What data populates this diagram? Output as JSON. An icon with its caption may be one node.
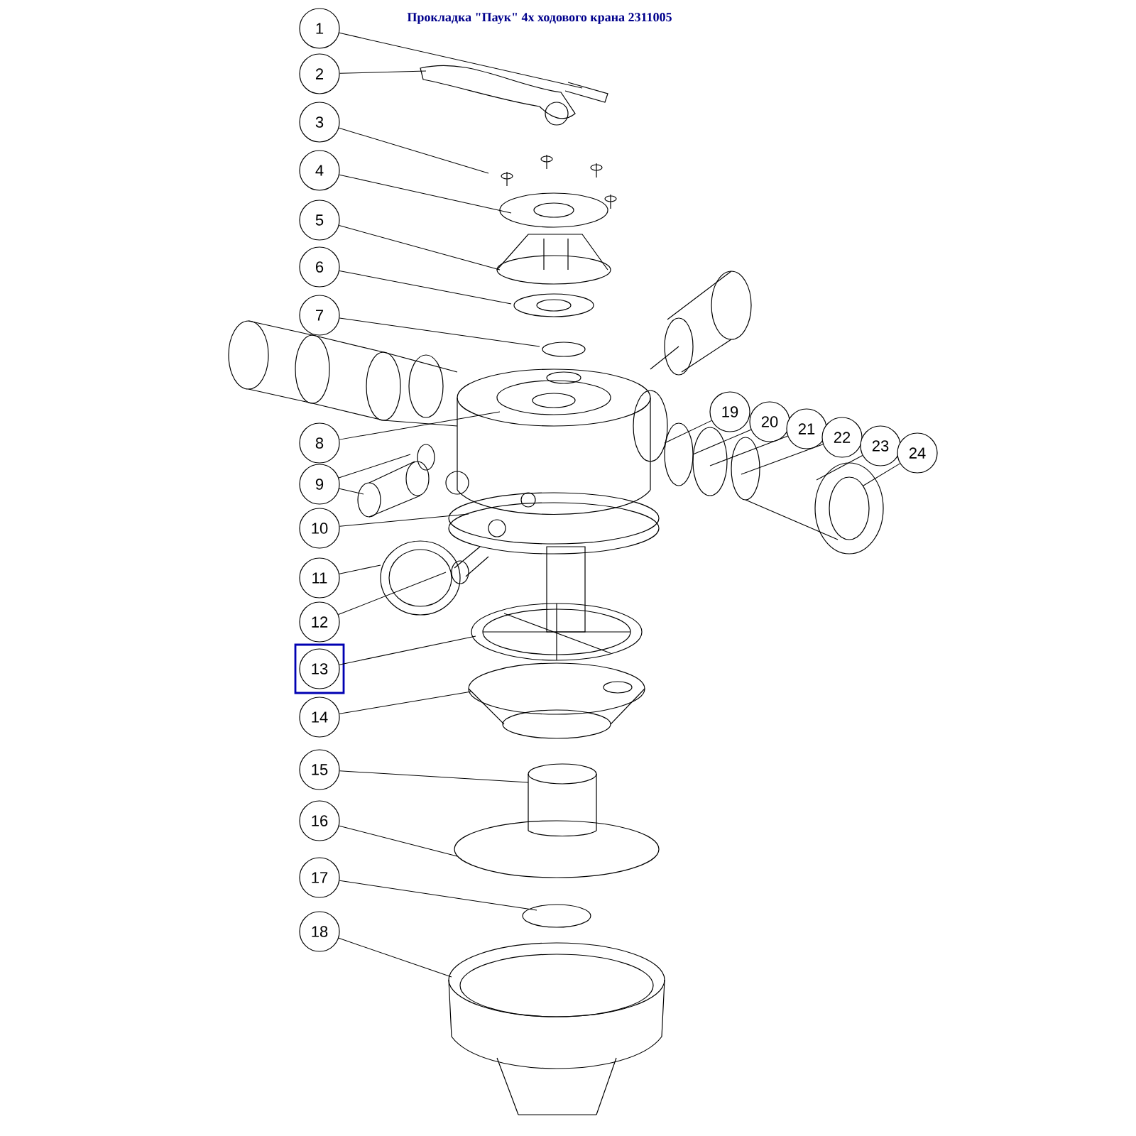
{
  "diagram": {
    "title": "Прокладка \"Паук\" 4х ходового крана 2311005",
    "nodes": [
      {
        "text": [
          "1"
        ]
      },
      {
        "text": [
          "2"
        ]
      },
      {
        "text": [
          "3"
        ]
      },
      {
        "text": [
          "4"
        ]
      },
      {
        "text": [
          "5"
        ]
      },
      {
        "text": [
          "6"
        ]
      },
      {
        "text": [
          "7"
        ]
      },
      {
        "text": [
          "8"
        ]
      },
      {
        "text": [
          "9"
        ]
      },
      {
        "text": [
          "10"
        ]
      },
      {
        "text": [
          "11"
        ]
      },
      {
        "text": [
          "12"
        ]
      },
      {
        "text": [
          "13"
        ]
      },
      {
        "text": [
          "14"
        ]
      },
      {
        "text": [
          "15"
        ]
      },
      {
        "text": [
          "16"
        ]
      },
      {
        "text": [
          "17"
        ]
      },
      {
        "text": [
          "18"
        ]
      },
      {
        "text": [
          "19"
        ]
      },
      {
        "text": [
          "20"
        ]
      },
      {
        "text": [
          "21"
        ]
      },
      {
        "text": [
          "22"
        ]
      },
      {
        "text": [
          "23"
        ]
      },
      {
        "text": [
          "24"
        ]
      }
    ],
    "edges": [
      {
        "from": 0,
        "to": null,
        "arrow": "none"
      },
      {
        "from": 1,
        "to": null,
        "arrow": "none"
      },
      {
        "from": 2,
        "to": null,
        "arrow": "none"
      },
      {
        "from": 3,
        "to": null,
        "arrow": "none"
      },
      {
        "from": 4,
        "to": null,
        "arrow": "none"
      },
      {
        "from": 5,
        "to": null,
        "arrow": "none"
      },
      {
        "from": 6,
        "to": null,
        "arrow": "none"
      },
      {
        "from": 7,
        "to": null,
        "arrow": "none"
      },
      {
        "from": 8,
        "to": null,
        "arrow": "none"
      },
      {
        "from": 8,
        "to": null,
        "arrow": "none"
      },
      {
        "from": 9,
        "to": null,
        "arrow": "none"
      },
      {
        "from": 10,
        "to": null,
        "arrow": "none"
      },
      {
        "from": 11,
        "to": null,
        "arrow": "none"
      },
      {
        "from": 12,
        "to": null,
        "arrow": "none"
      },
      {
        "from": 13,
        "to": null,
        "arrow": "none"
      },
      {
        "from": 14,
        "to": null,
        "arrow": "none"
      },
      {
        "from": 15,
        "to": null,
        "arrow": "none"
      },
      {
        "from": 16,
        "to": null,
        "arrow": "none"
      },
      {
        "from": 17,
        "to": null,
        "arrow": "none"
      },
      {
        "from": 18,
        "to": null,
        "arrow": "none"
      },
      {
        "from": 19,
        "to": null,
        "arrow": "none"
      },
      {
        "from": 20,
        "to": null,
        "arrow": "none"
      },
      {
        "from": 21,
        "to": null,
        "arrow": "none"
      },
      {
        "from": 22,
        "to": null,
        "arrow": "none"
      },
      {
        "from": 23,
        "to": null,
        "arrow": "none"
      }
    ]
  }
}
